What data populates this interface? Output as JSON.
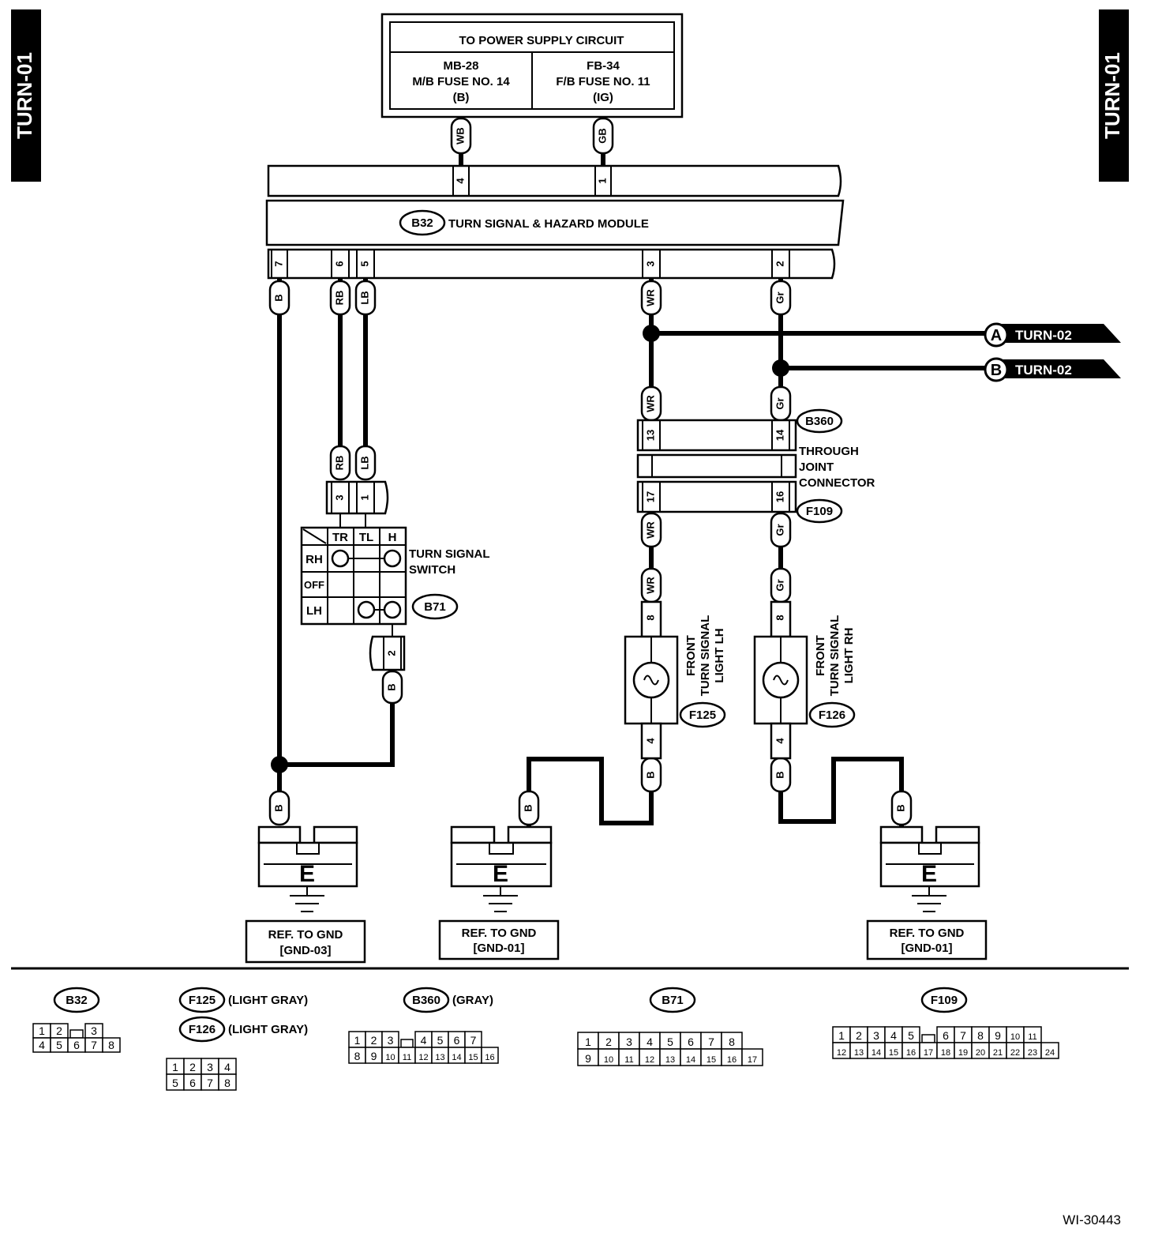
{
  "page_tag": "TURN-01",
  "figure_id": "WI-30443",
  "power": {
    "title": "TO POWER SUPPLY CIRCUIT",
    "left": {
      "line1": "MB-28",
      "line2": "M/B FUSE NO. 14",
      "line3": "(B)"
    },
    "right": {
      "line1": "FB-34",
      "line2": "F/B FUSE NO. 11",
      "line3": "(IG)"
    }
  },
  "module": {
    "connector": "B32",
    "name": "TURN SIGNAL & HAZARD MODULE"
  },
  "wires": {
    "wb": "WB",
    "gb": "GB",
    "b": "B",
    "rb": "RB",
    "lb": "LB",
    "wr": "WR",
    "gr": "Gr"
  },
  "pins": {
    "p1": "1",
    "p2": "2",
    "p3": "3",
    "p4": "4",
    "p5": "5",
    "p6": "6",
    "p7": "7",
    "p8": "8",
    "p13": "13",
    "p14": "14",
    "p16": "16",
    "p17": "17"
  },
  "refs": {
    "a": {
      "letter": "A",
      "text": "TURN-02"
    },
    "b": {
      "letter": "B",
      "text": "TURN-02"
    }
  },
  "joint": {
    "top_conn": "B360",
    "bottom_conn": "F109",
    "line1": "THROUGH",
    "line2": "JOINT",
    "line3": "CONNECTOR"
  },
  "switch": {
    "connector": "B71",
    "line1": "TURN SIGNAL",
    "line2": "SWITCH",
    "cols": [
      "TR",
      "TL",
      "H"
    ],
    "rows": [
      "RH",
      "OFF",
      "LH"
    ]
  },
  "lights": {
    "lh": {
      "connector": "F125",
      "line1": "FRONT",
      "line2": "TURN SIGNAL",
      "line3": "LIGHT LH"
    },
    "rh": {
      "connector": "F126",
      "line1": "FRONT",
      "line2": "TURN SIGNAL",
      "line3": "LIGHT RH"
    }
  },
  "grounds": {
    "letter": "E",
    "g1": {
      "line1": "REF. TO GND",
      "line2": "[GND-03]"
    },
    "g2": {
      "line1": "REF. TO GND",
      "line2": "[GND-01]"
    },
    "g3": {
      "line1": "REF. TO GND",
      "line2": "[GND-01]"
    }
  },
  "legend": {
    "b32": {
      "id": "B32",
      "row1": [
        "1",
        "2",
        "",
        "3"
      ],
      "row2": [
        "4",
        "5",
        "6",
        "7",
        "8"
      ]
    },
    "f125": {
      "id": "F125",
      "note": "(LIGHT GRAY)"
    },
    "f126": {
      "id": "F126",
      "note": "(LIGHT GRAY)",
      "row1": [
        "1",
        "2",
        "3",
        "4"
      ],
      "row2": [
        "5",
        "6",
        "7",
        "8"
      ]
    },
    "b360": {
      "id": "B360",
      "note": "(GRAY)",
      "row1": [
        "1",
        "2",
        "3",
        "",
        "4",
        "5",
        "6",
        "7"
      ],
      "row2": [
        "8",
        "9",
        "10",
        "11",
        "12",
        "13",
        "14",
        "15",
        "16"
      ]
    },
    "b71": {
      "id": "B71",
      "row1": [
        "1",
        "2",
        "3",
        "4",
        "5",
        "6",
        "7",
        "8"
      ],
      "row2": [
        "9",
        "10",
        "11",
        "12",
        "13",
        "14",
        "15",
        "16",
        "17"
      ]
    },
    "f109": {
      "id": "F109",
      "row1": [
        "1",
        "2",
        "3",
        "4",
        "5",
        "",
        "6",
        "7",
        "8",
        "9",
        "10",
        "11"
      ],
      "row2": [
        "12",
        "13",
        "14",
        "15",
        "16",
        "17",
        "18",
        "19",
        "20",
        "21",
        "22",
        "23",
        "24"
      ]
    }
  }
}
